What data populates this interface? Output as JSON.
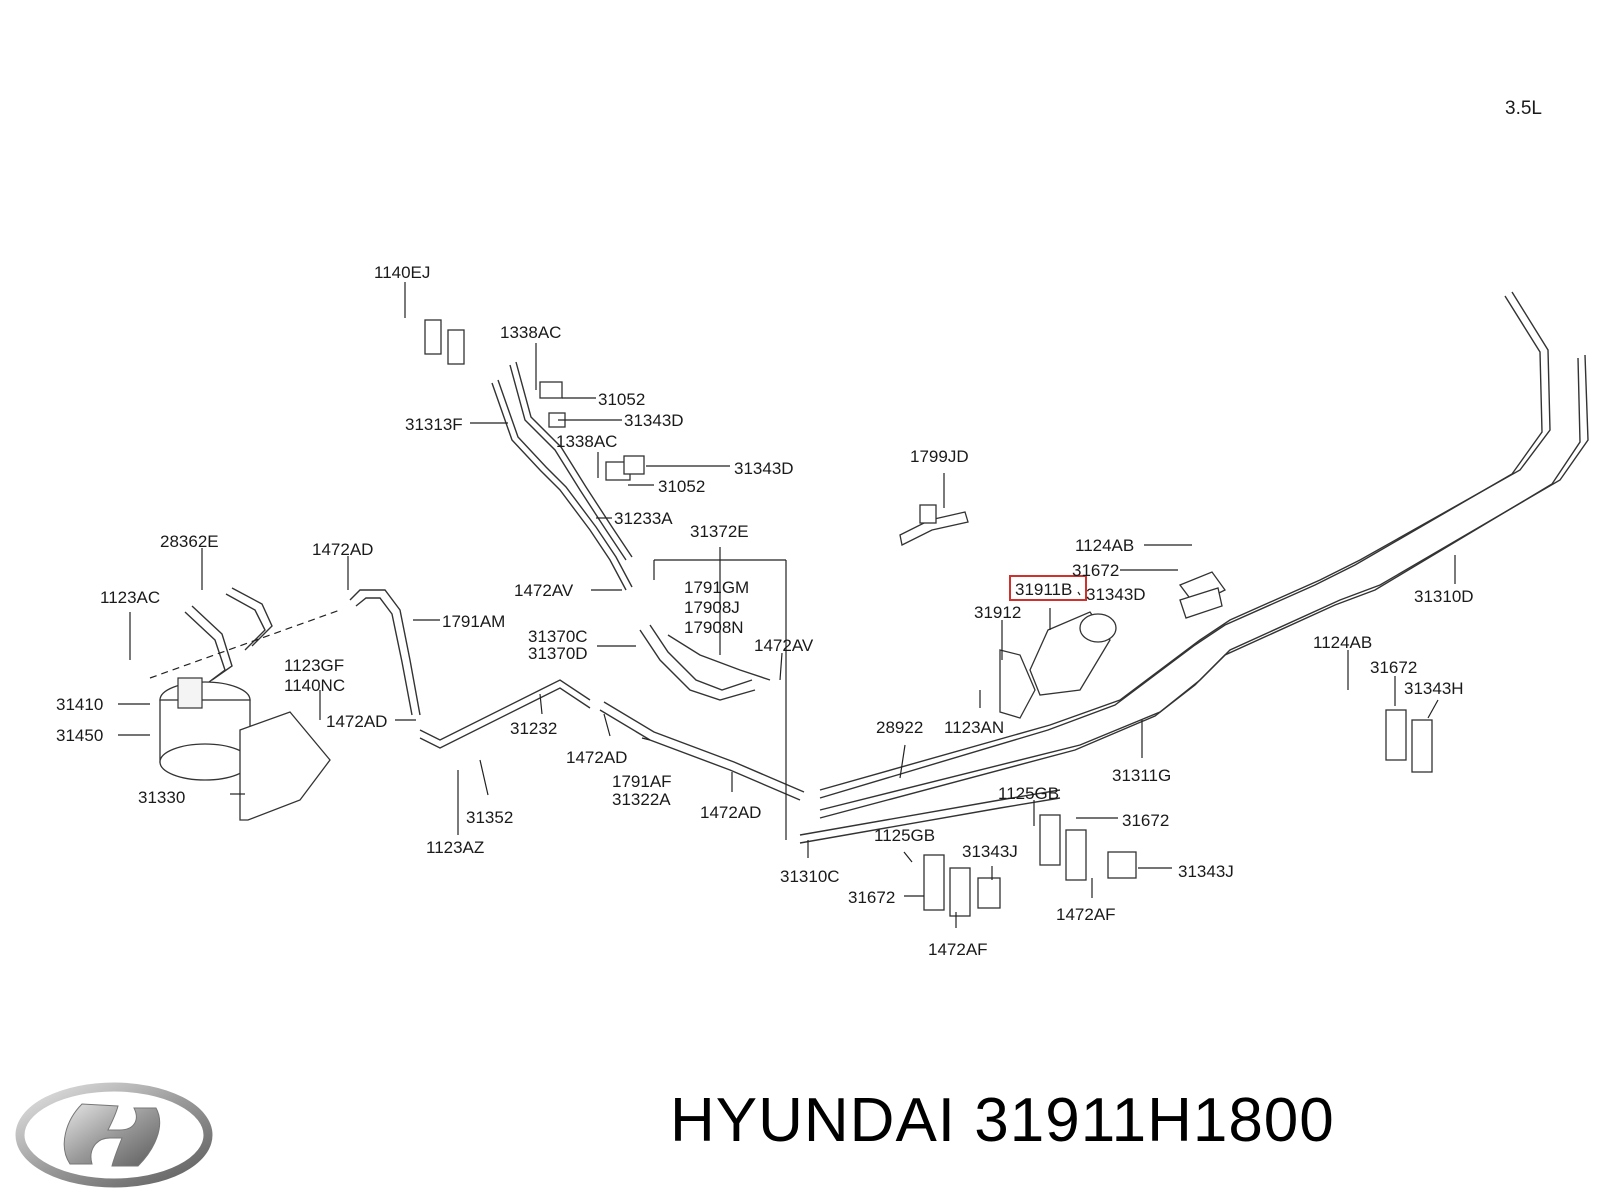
{
  "engine": "3.5L",
  "brand": "HYUNDAI",
  "part_number": "31911H1800",
  "highlight_color": "#d0312d",
  "callouts": [
    {
      "id": "c-1140ej",
      "text": "1140EJ"
    },
    {
      "id": "c-1338ac-a",
      "text": "1338AC"
    },
    {
      "id": "c-31052-a",
      "text": "31052"
    },
    {
      "id": "c-31313f",
      "text": "31313F"
    },
    {
      "id": "c-31343d-a",
      "text": "31343D"
    },
    {
      "id": "c-1338ac-b",
      "text": "1338AC"
    },
    {
      "id": "c-31343d-b",
      "text": "31343D"
    },
    {
      "id": "c-31052-b",
      "text": "31052"
    },
    {
      "id": "c-31233a",
      "text": "31233A"
    },
    {
      "id": "c-1799jd",
      "text": "1799JD"
    },
    {
      "id": "c-31372e",
      "text": "31372E"
    },
    {
      "id": "c-28362e",
      "text": "28362E"
    },
    {
      "id": "c-1472ad-a",
      "text": "1472AD"
    },
    {
      "id": "c-1123ac",
      "text": "1123AC"
    },
    {
      "id": "c-1472av-a",
      "text": "1472AV"
    },
    {
      "id": "c-1791gm",
      "text": "1791GM"
    },
    {
      "id": "c-17908j",
      "text": "17908J"
    },
    {
      "id": "c-17908n",
      "text": "17908N"
    },
    {
      "id": "c-1791am",
      "text": "1791AM"
    },
    {
      "id": "c-31370c",
      "text": "31370C"
    },
    {
      "id": "c-31370d",
      "text": "31370D"
    },
    {
      "id": "c-1472av-b",
      "text": "1472AV"
    },
    {
      "id": "c-1124ab-a",
      "text": "1124AB"
    },
    {
      "id": "c-31672-a",
      "text": "31672"
    },
    {
      "id": "c-31911b",
      "text": "31911B"
    },
    {
      "id": "c-31343d-c",
      "text": "31343D"
    },
    {
      "id": "c-31912",
      "text": "31912"
    },
    {
      "id": "c-31310d",
      "text": "31310D"
    },
    {
      "id": "c-1123gf",
      "text": "1123GF"
    },
    {
      "id": "c-1140nc",
      "text": "1140NC"
    },
    {
      "id": "c-31410",
      "text": "31410"
    },
    {
      "id": "c-31450",
      "text": "31450"
    },
    {
      "id": "c-1472ad-b",
      "text": "1472AD"
    },
    {
      "id": "c-31232",
      "text": "31232"
    },
    {
      "id": "c-28922",
      "text": "28922"
    },
    {
      "id": "c-1123an",
      "text": "1123AN"
    },
    {
      "id": "c-1124ab-b",
      "text": "1124AB"
    },
    {
      "id": "c-31672-b",
      "text": "31672"
    },
    {
      "id": "c-31343h",
      "text": "31343H"
    },
    {
      "id": "c-1472ad-c",
      "text": "1472AD"
    },
    {
      "id": "c-1791af",
      "text": "1791AF"
    },
    {
      "id": "c-31322a",
      "text": "31322A"
    },
    {
      "id": "c-31311g",
      "text": "31311G"
    },
    {
      "id": "c-31330",
      "text": "31330"
    },
    {
      "id": "c-1472ad-d",
      "text": "1472AD"
    },
    {
      "id": "c-1125gb-a",
      "text": "1125GB"
    },
    {
      "id": "c-31672-c",
      "text": "31672"
    },
    {
      "id": "c-31352",
      "text": "31352"
    },
    {
      "id": "c-1123az",
      "text": "1123AZ"
    },
    {
      "id": "c-1125gb-b",
      "text": "1125GB"
    },
    {
      "id": "c-31343j-a",
      "text": "31343J"
    },
    {
      "id": "c-31343j-b",
      "text": "31343J"
    },
    {
      "id": "c-31310c",
      "text": "31310C"
    },
    {
      "id": "c-31672-d",
      "text": "31672"
    },
    {
      "id": "c-1472af-a",
      "text": "1472AF"
    },
    {
      "id": "c-1472af-b",
      "text": "1472AF"
    }
  ]
}
